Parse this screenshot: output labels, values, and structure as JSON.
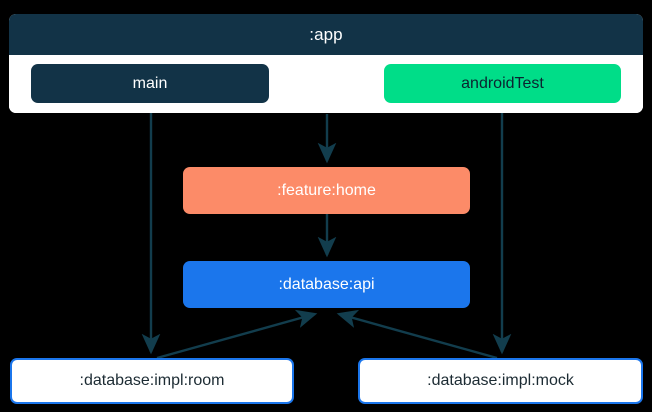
{
  "diagram": {
    "type": "module-dependency-graph",
    "background_color": "#000000",
    "edge_color": "#123d4d",
    "subgraphs": [
      {
        "id": "app",
        "title": ":app",
        "header_color": "#123347",
        "body_color": "#ffffff",
        "children": [
          {
            "id": "main",
            "label": "main",
            "fill": "#123347",
            "text_color": "#ffffff",
            "shape": "rounded-rect"
          },
          {
            "id": "androidTest",
            "label": "androidTest",
            "fill": "#00dd88",
            "text_color": "#0b2430",
            "shape": "rounded-rect"
          }
        ]
      }
    ],
    "nodes": [
      {
        "id": "feature-home",
        "label": ":feature:home",
        "fill": "#fc8b68",
        "text_color": "#ffffff",
        "shape": "rounded-rect"
      },
      {
        "id": "database-api",
        "label": ":database:api",
        "fill": "#1b76ec",
        "text_color": "#ffffff",
        "shape": "rounded-rect"
      },
      {
        "id": "database-impl-room",
        "label": ":database:impl:room",
        "fill": "#ffffff",
        "border_color": "#1b76ec",
        "text_color": "#1c2b33",
        "shape": "rounded-rect"
      },
      {
        "id": "database-impl-mock",
        "label": ":database:impl:mock",
        "fill": "#ffffff",
        "border_color": "#1b76ec",
        "text_color": "#1c2b33",
        "shape": "rounded-rect"
      }
    ],
    "edges": [
      {
        "from": "main",
        "to": "database-impl-room"
      },
      {
        "from": "app",
        "to": "feature-home"
      },
      {
        "from": "androidTest",
        "to": "database-impl-mock"
      },
      {
        "from": "feature-home",
        "to": "database-api"
      },
      {
        "from": "database-impl-room",
        "to": "database-api"
      },
      {
        "from": "database-impl-mock",
        "to": "database-api"
      }
    ]
  }
}
